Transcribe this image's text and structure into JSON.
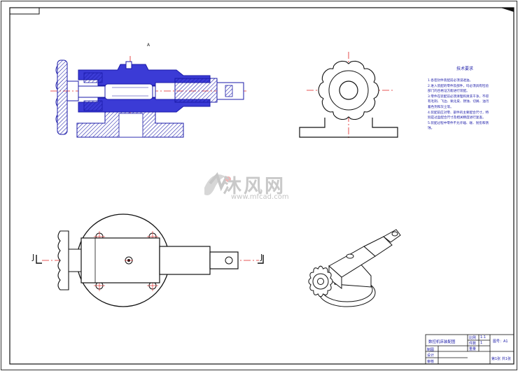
{
  "watermark": {
    "logo_name": "mfcad-logo",
    "text": "沐风网",
    "url": "www.mfcad.com"
  },
  "view_mark": "A",
  "section_label_left": "J",
  "section_label_right": "J",
  "technical_requirements": {
    "title": "技术要求",
    "lines": [
      "1.各密封件装配前必须浸透油。",
      "2.进入装配的零件及部件，均必须具有检验",
      "部门的合格证方能进行装配。",
      "3.零件在装配前必须清理和清洗干净，不得",
      "有毛刺、飞边、氧化皮、锈蚀、切屑、油污",
      "着色剂和灰尘等。",
      "4.装配前应对零、部件的主要配合尺寸，特",
      "别是过盈配合尺寸及相关精度进行复查。",
      "5.装配过程中零件不允许磕、碰、划伤和锈",
      "蚀。"
    ]
  },
  "title_block": {
    "title": "数控机床装配图",
    "scale_label": "比例",
    "scale_value": "1:1",
    "qty_label": "件数",
    "qty_value": "1",
    "weight_label": "重量",
    "drawing_no": "图号：A1",
    "sheet_info": "第1张 共1张",
    "drawn_label": "制图",
    "designed_label": "设计",
    "reviewed_label": "审核"
  },
  "colors": {
    "line": "#1a1aa8",
    "hatch": "#1a1aa8",
    "center": "#e02020",
    "border": "#111111",
    "watermark": "#c9c9c9"
  }
}
